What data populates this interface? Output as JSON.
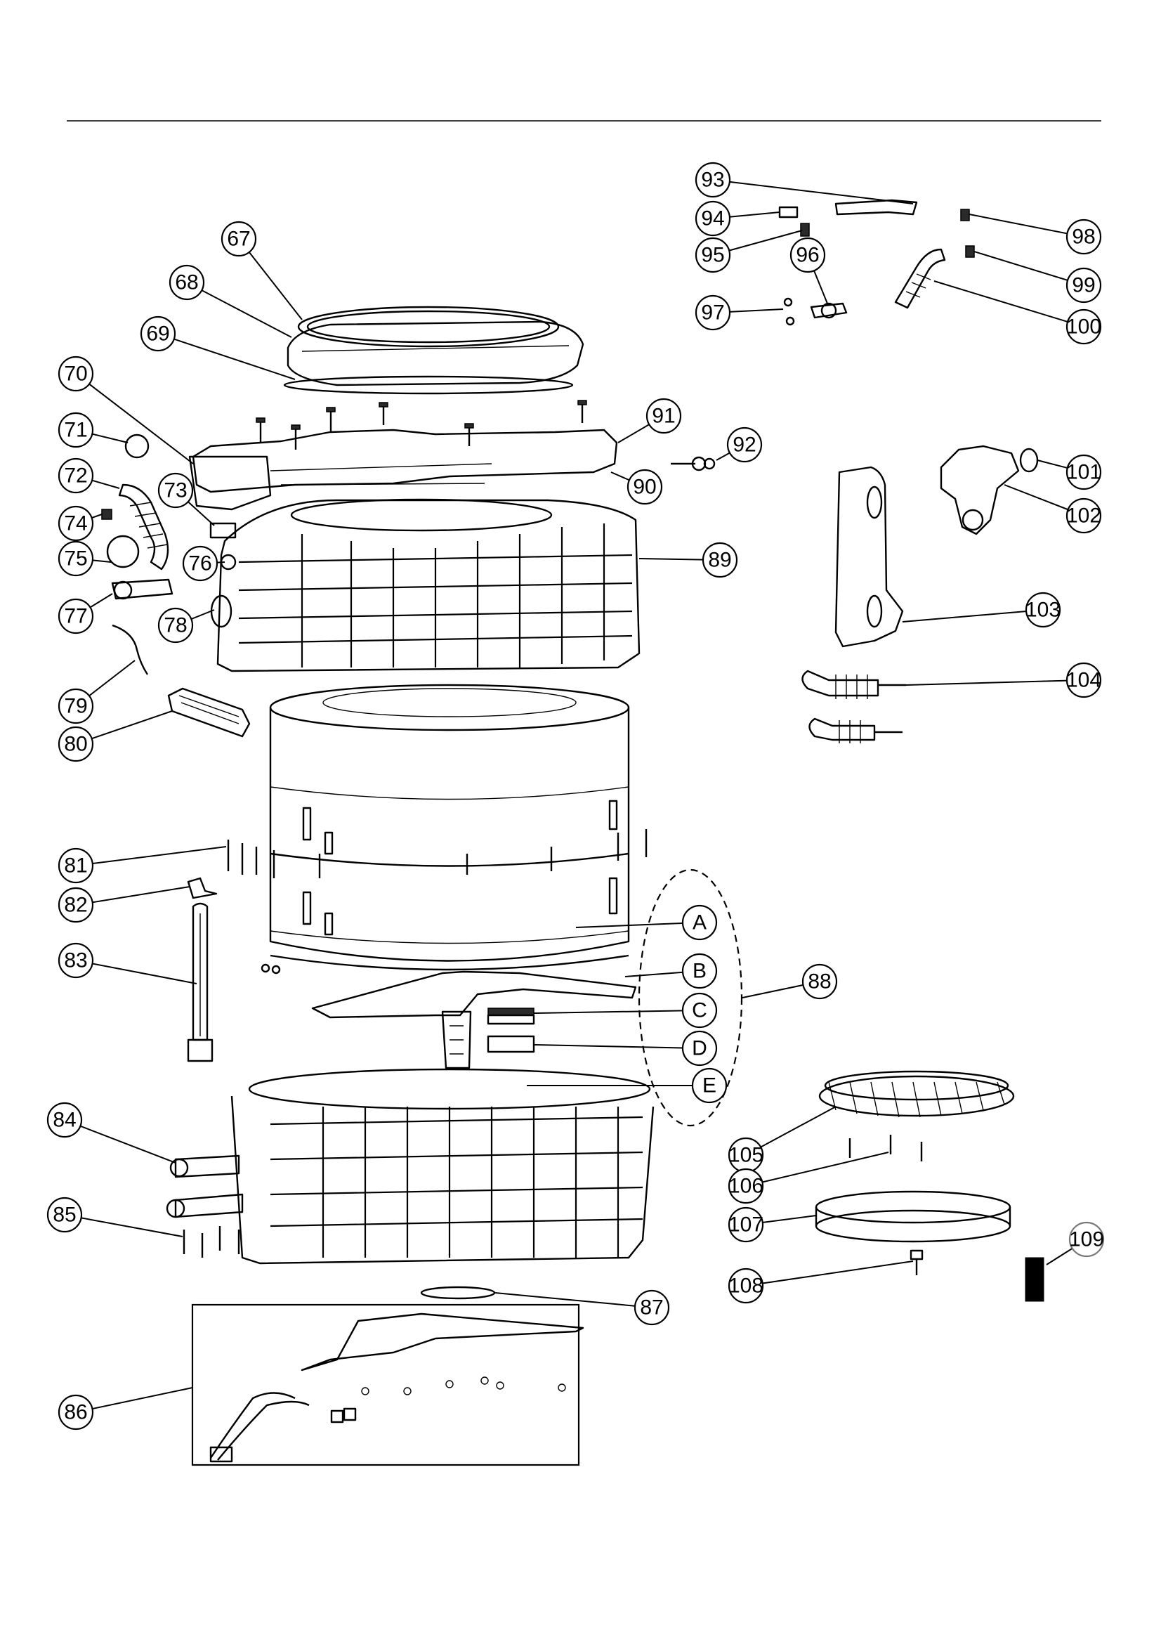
{
  "diagram": {
    "callouts": [
      {
        "label": "67"
      },
      {
        "label": "68"
      },
      {
        "label": "69"
      },
      {
        "label": "70"
      },
      {
        "label": "71"
      },
      {
        "label": "72"
      },
      {
        "label": "73"
      },
      {
        "label": "74"
      },
      {
        "label": "75"
      },
      {
        "label": "76"
      },
      {
        "label": "77"
      },
      {
        "label": "78"
      },
      {
        "label": "79"
      },
      {
        "label": "80"
      },
      {
        "label": "81"
      },
      {
        "label": "82"
      },
      {
        "label": "83"
      },
      {
        "label": "84"
      },
      {
        "label": "85"
      },
      {
        "label": "86"
      },
      {
        "label": "87"
      },
      {
        "label": "88"
      },
      {
        "label": "89"
      },
      {
        "label": "90"
      },
      {
        "label": "91"
      },
      {
        "label": "92"
      },
      {
        "label": "93"
      },
      {
        "label": "94"
      },
      {
        "label": "95"
      },
      {
        "label": "96"
      },
      {
        "label": "97"
      },
      {
        "label": "98"
      },
      {
        "label": "99"
      },
      {
        "label": "100"
      },
      {
        "label": "101"
      },
      {
        "label": "102"
      },
      {
        "label": "103"
      },
      {
        "label": "104"
      },
      {
        "label": "105"
      },
      {
        "label": "106"
      },
      {
        "label": "107"
      },
      {
        "label": "108"
      },
      {
        "label": "109"
      }
    ],
    "group_88_subparts": [
      {
        "label": "A"
      },
      {
        "label": "B"
      },
      {
        "label": "C"
      },
      {
        "label": "D"
      },
      {
        "label": "E"
      }
    ]
  }
}
